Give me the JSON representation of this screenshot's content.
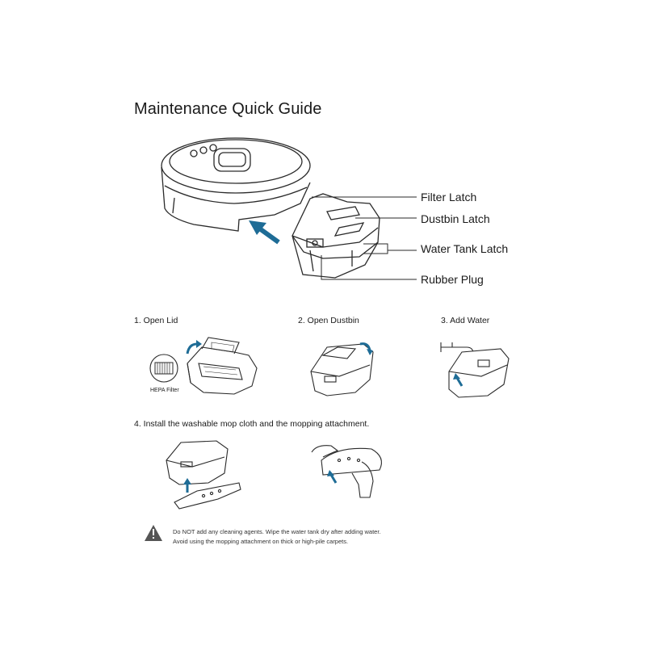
{
  "guide": {
    "title": "Maintenance Quick Guide",
    "callouts": {
      "filter_latch": "Filter Latch",
      "dustbin_latch": "Dustbin Latch",
      "water_tank_latch": "Water Tank Latch",
      "rubber_plug": "Rubber Plug"
    },
    "steps": {
      "step1": "1. Open Lid",
      "step2": "2. Open Dustbin",
      "step3": "3. Add Water",
      "step4": "4. Install the washable mop cloth and the mopping attachment."
    },
    "hepa_label": "HEPA Filter",
    "warning": {
      "line1": "Do NOT add any cleaning agents. Wipe the water tank dry after adding water.",
      "line2": "Avoid using the mopping attachment on thick or high-pile carpets."
    }
  },
  "colors": {
    "accent": "#1e6c96",
    "line": "#2a2a2a",
    "warning_icon": "#555555"
  },
  "icons": [
    "robot-vacuum-illustration",
    "dustbin-illustration",
    "arrow-icon",
    "faucet-icon",
    "hepa-filter-icon",
    "warning-icon"
  ]
}
